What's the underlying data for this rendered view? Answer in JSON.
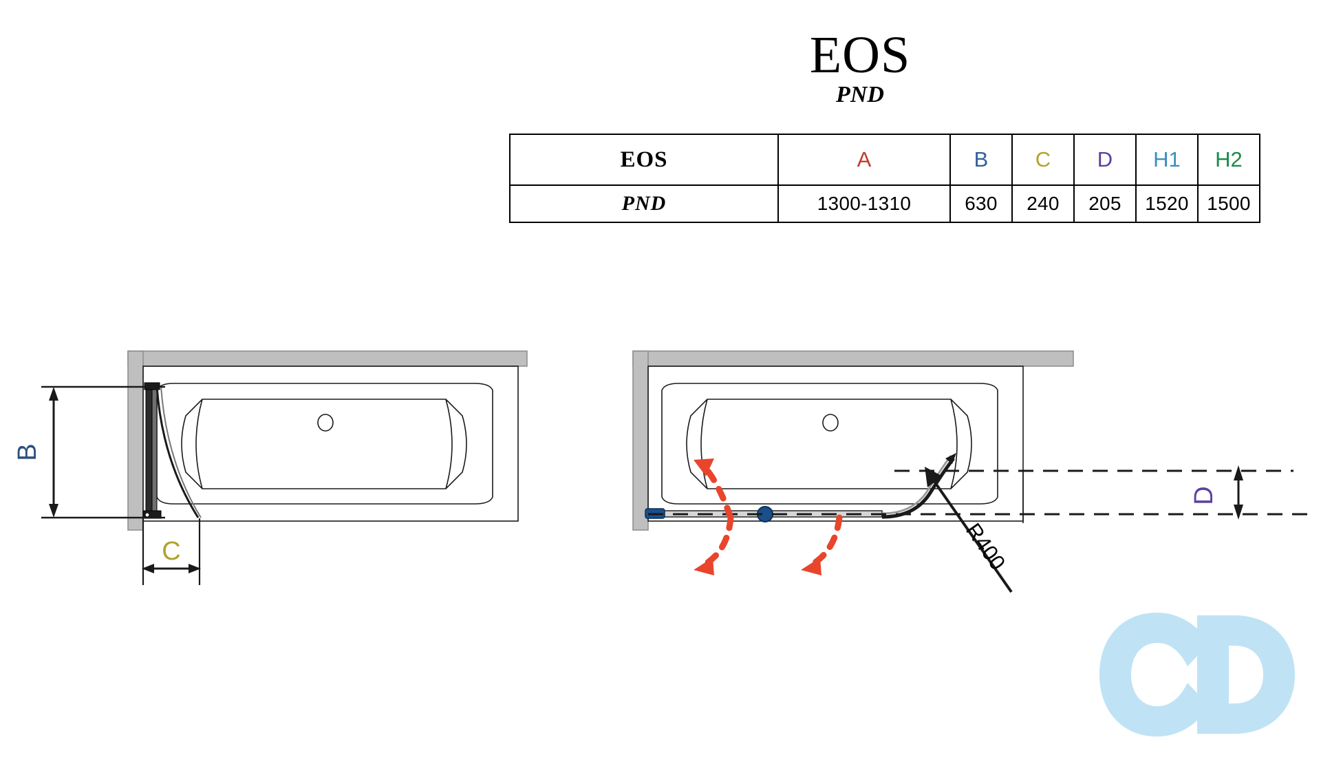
{
  "title": {
    "main": "EOS",
    "sub": "PND"
  },
  "table": {
    "headers": [
      "EOS",
      "A",
      "B",
      "C",
      "D",
      "H1",
      "H2"
    ],
    "rows": [
      {
        "model": "PND",
        "A": "1300-1310",
        "B": "630",
        "C": "240",
        "D": "205",
        "H1": "1520",
        "H2": "1500"
      }
    ],
    "header_colors": {
      "EOS": "#000000",
      "A": "#c0392b",
      "B": "#2f5f9e",
      "C": "#b0a32b",
      "D": "#5b3fa0",
      "H1": "#3a8fc0",
      "H2": "#1a8a4a"
    }
  },
  "drawing_left": {
    "name": "bath-screen-plan-closed",
    "labels": {
      "B": "B",
      "C": "C"
    },
    "label_colors": {
      "B": "#2b4f80",
      "C": "#b0a32b"
    }
  },
  "drawing_right": {
    "name": "bath-screen-plan-open",
    "labels": {
      "D": "D",
      "radius": "R400"
    },
    "label_colors": {
      "D": "#5b3fa0",
      "radius": "#000000"
    },
    "swing_arrow_color": "#e8452c",
    "hinge_color": "#1a4f8a"
  },
  "watermark": {
    "name": "infinity-logo",
    "color": "#bfe3f5"
  }
}
